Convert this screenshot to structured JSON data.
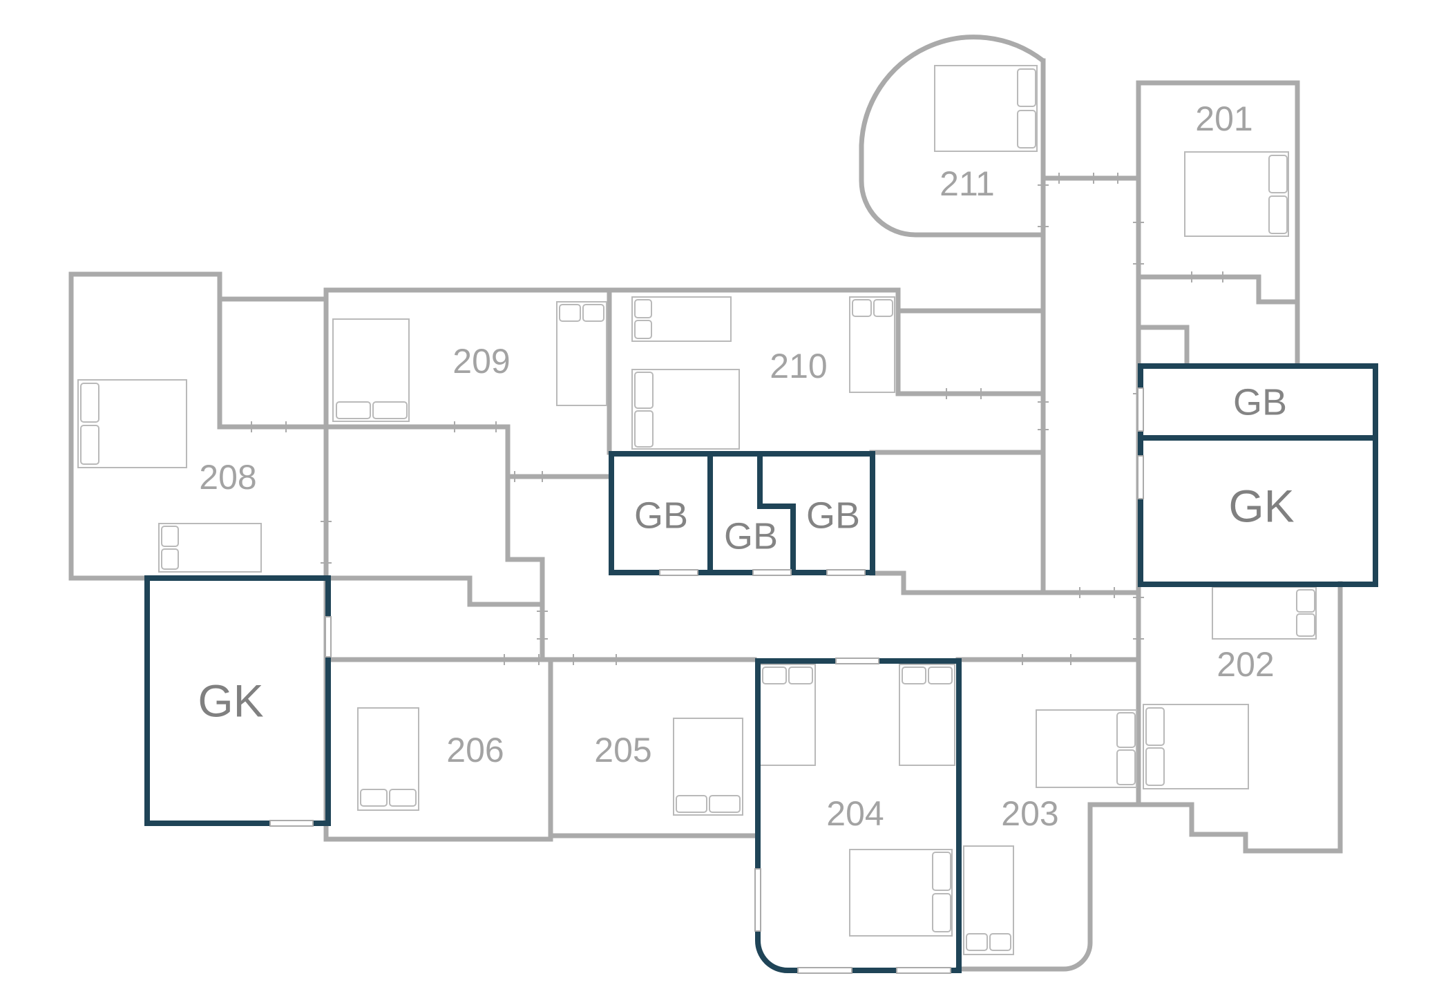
{
  "colors": {
    "wall": "#aaaaaa",
    "highlight": "#1f4457",
    "room_label": "#a3a3a3",
    "utility_label": "#808080",
    "background": "#ffffff"
  },
  "rooms": {
    "r201": "201",
    "r202": "202",
    "r203": "203",
    "r204": "204",
    "r205": "205",
    "r206": "206",
    "r208": "208",
    "r209": "209",
    "r210": "210",
    "r211": "211"
  },
  "utility": {
    "gb_1": "GB",
    "gb_2": "GB",
    "gb_3": "GB",
    "gb_4": "GB",
    "gk_1": "GK",
    "gk_2": "GK"
  },
  "icons": {
    "bed": "bed-icon",
    "door": "door-icon",
    "window": "window-icon"
  }
}
